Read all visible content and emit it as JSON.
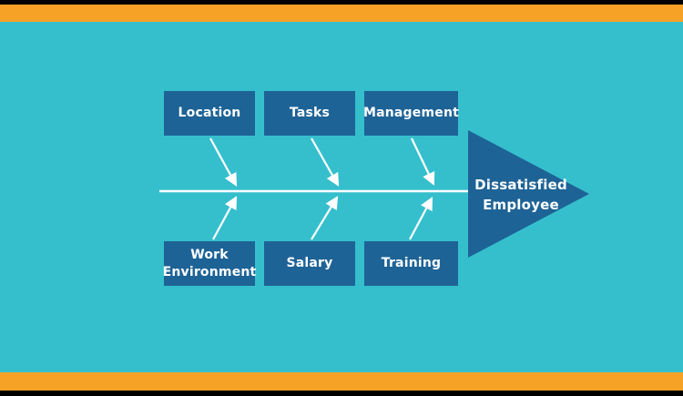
{
  "diagram": {
    "type": "fishbone",
    "effect": {
      "label_line1": "Dissatisfied",
      "label_line2": "Employee"
    },
    "top_causes": [
      "Location",
      "Tasks",
      "Management"
    ],
    "bottom_causes": [
      "Work Environment",
      "Salary",
      "Training"
    ],
    "colors": {
      "frame": "#000000",
      "background": "#35bfcd",
      "accent_bar": "#f6a226",
      "box": "#1e6396",
      "arrow": "#ffffff",
      "label_text": "#ffffff"
    }
  }
}
